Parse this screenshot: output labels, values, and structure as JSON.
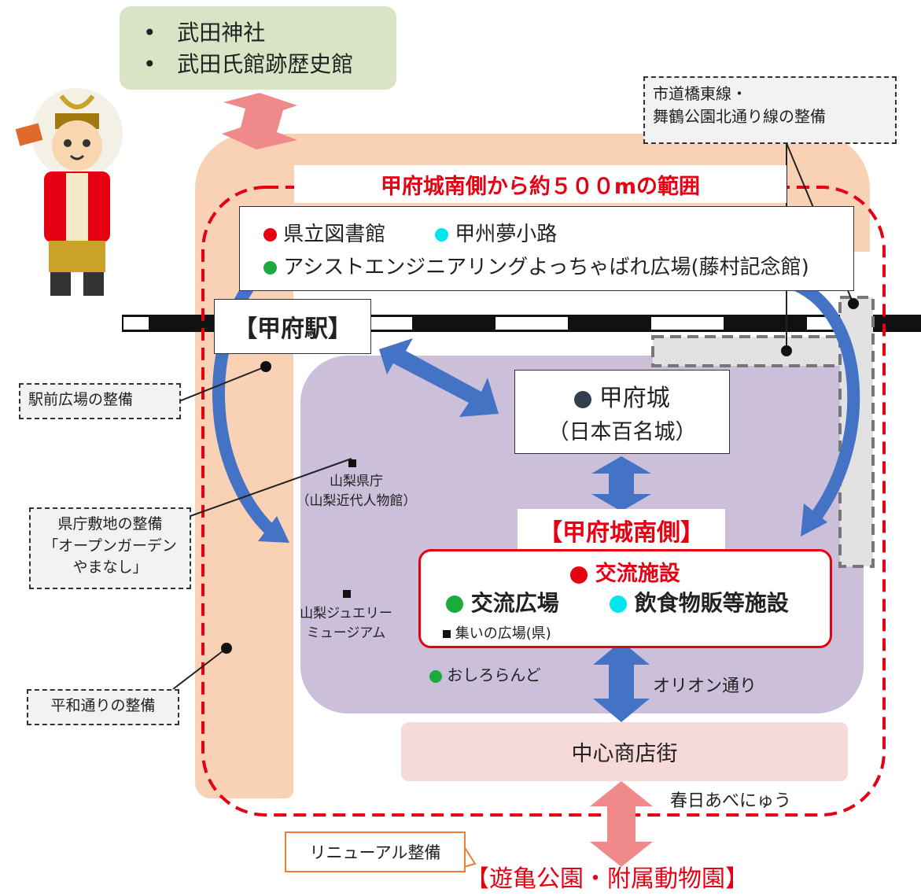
{
  "north_box": {
    "items": [
      "武田神社",
      "武田氏館跡歴史館"
    ]
  },
  "range_label": "甲府城南側から約５００mの範囲",
  "top_facilities": {
    "prefectural_library": "県立図書館",
    "koshu_yumekoji": "甲州夢小路",
    "assist_plaza": "アシストエンジニアリングよっちゃばれ広場(藤村記念館)"
  },
  "kofu_station": "【甲府駅】",
  "callouts": {
    "road_top": "市道橋東線・\n舞鶴公園北通り線の整備",
    "station_plaza": "駅前広場の整備",
    "pref_office": "県庁敷地の整備\n「オープンガーデン\nやまなし」",
    "heiwa_street": "平和通りの整備",
    "renewal": "リニューアル整備"
  },
  "kofu_castle": {
    "name": "甲府城",
    "sub": "（日本百名城）"
  },
  "pref_office_label": "山梨県庁\n（山梨近代人物館）",
  "jewelry_museum": "山梨ジュエリー\nミュージアム",
  "south_side": {
    "title": "【甲府城南側】",
    "exchange_facility": "交流施設",
    "exchange_plaza": "交流広場",
    "food_sales": "飲食物販等施設",
    "gathering_plaza": "集いの広場(県)"
  },
  "oshiroland": "おしろらんど",
  "orion_street": "オリオン通り",
  "shopping_street": "中心商店街",
  "kasuga_avenue": "春日あべにゅう",
  "yukigame_park": "【遊亀公園・附属動物園】",
  "colors": {
    "red": "#e60012",
    "blue": "#4472c4",
    "cyan": "#00e5ee",
    "green": "#1aab3c",
    "purple_area": "#cbbfd9",
    "peach_area": "#f9d2b6",
    "north_box": "#d9e4c7",
    "pink_area": "#f6d9d9",
    "pink_arrow": "#f08a8a"
  },
  "icons": [
    "character-mascot",
    "double-arrow-icon"
  ]
}
